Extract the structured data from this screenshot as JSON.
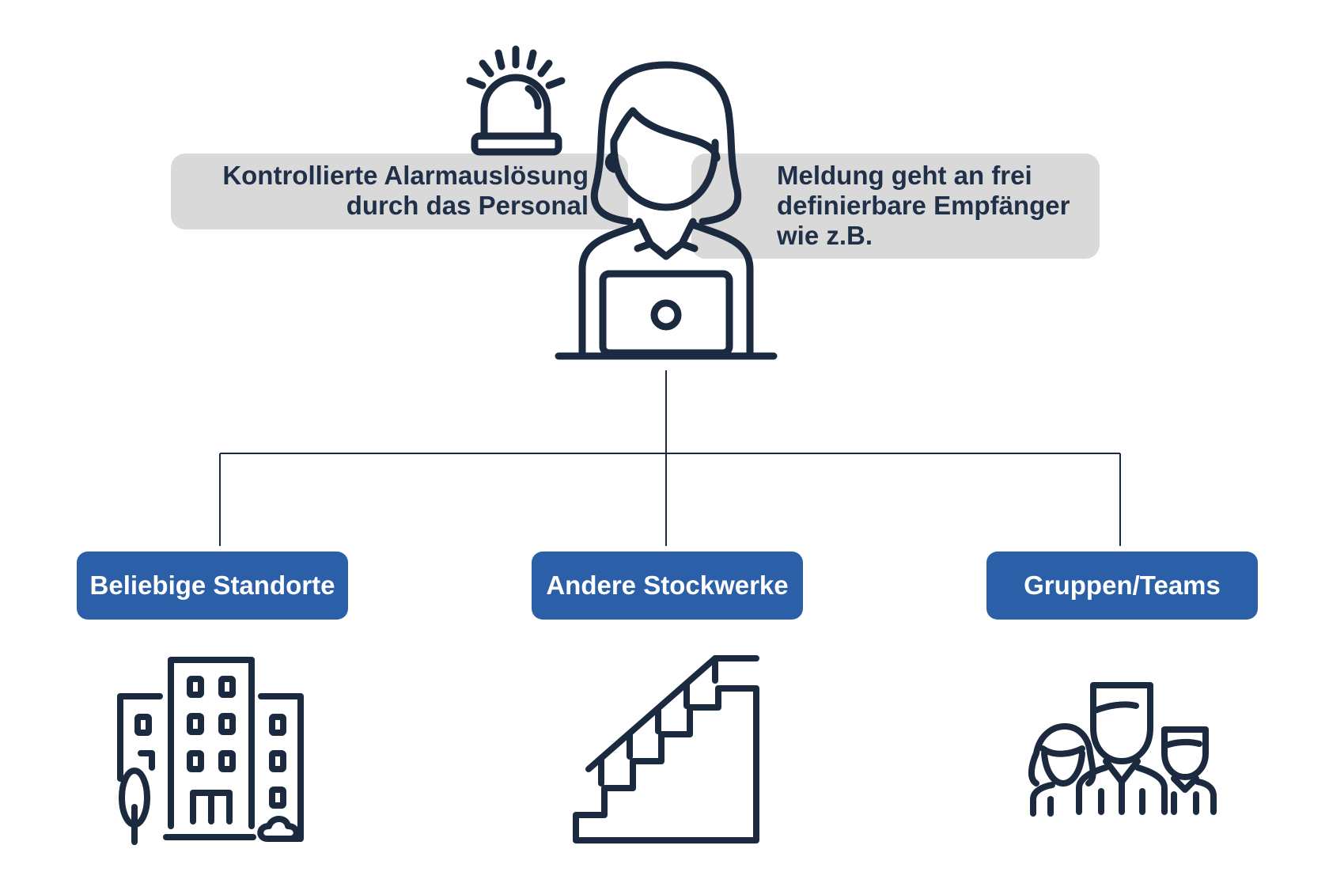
{
  "callouts": {
    "left": {
      "line1": "Kontrollierte Alarmauslösung",
      "line2": "durch das Personal"
    },
    "right": {
      "line1": "Meldung geht an frei",
      "line2": "definierbare Empfänger",
      "line3": "wie z.B."
    }
  },
  "recipients": [
    {
      "label": "Beliebige Standorte",
      "icon": "buildings-icon"
    },
    {
      "label": "Andere Stockwerke",
      "icon": "stairs-icon"
    },
    {
      "label": "Gruppen/Teams",
      "icon": "team-icon"
    }
  ],
  "icons": {
    "alarm": "alarm-siren-icon",
    "operator": "operator-laptop-icon"
  },
  "colors": {
    "icon_stroke": "#1c2a3f",
    "pill_fill": "#2b5fa8",
    "pill_text": "#ffffff",
    "callout_fill": "#d9d9d9",
    "callout_text": "#1f3048",
    "connector": "#1c2a3f"
  }
}
